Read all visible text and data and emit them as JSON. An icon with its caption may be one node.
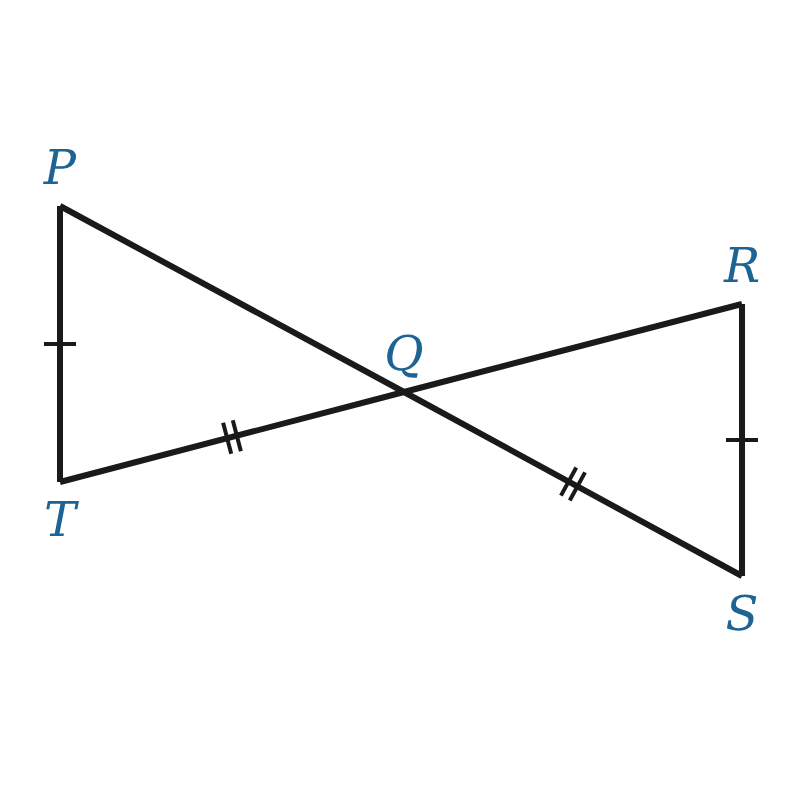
{
  "diagram": {
    "nodes": [
      {
        "text": [
          "P"
        ]
      },
      {
        "text": [
          "Q"
        ]
      },
      {
        "text": [
          "R"
        ]
      },
      {
        "text": [
          "S"
        ]
      },
      {
        "text": [
          "T"
        ]
      }
    ],
    "edges": [
      {
        "from": 0,
        "to": 4,
        "arrow": "none"
      },
      {
        "from": 0,
        "to": 1,
        "arrow": "none"
      },
      {
        "from": 4,
        "to": 1,
        "arrow": "none"
      },
      {
        "from": 1,
        "to": 2,
        "arrow": "none"
      },
      {
        "from": 2,
        "to": 3,
        "arrow": "none"
      },
      {
        "from": 1,
        "to": 3,
        "arrow": "none"
      }
    ]
  }
}
